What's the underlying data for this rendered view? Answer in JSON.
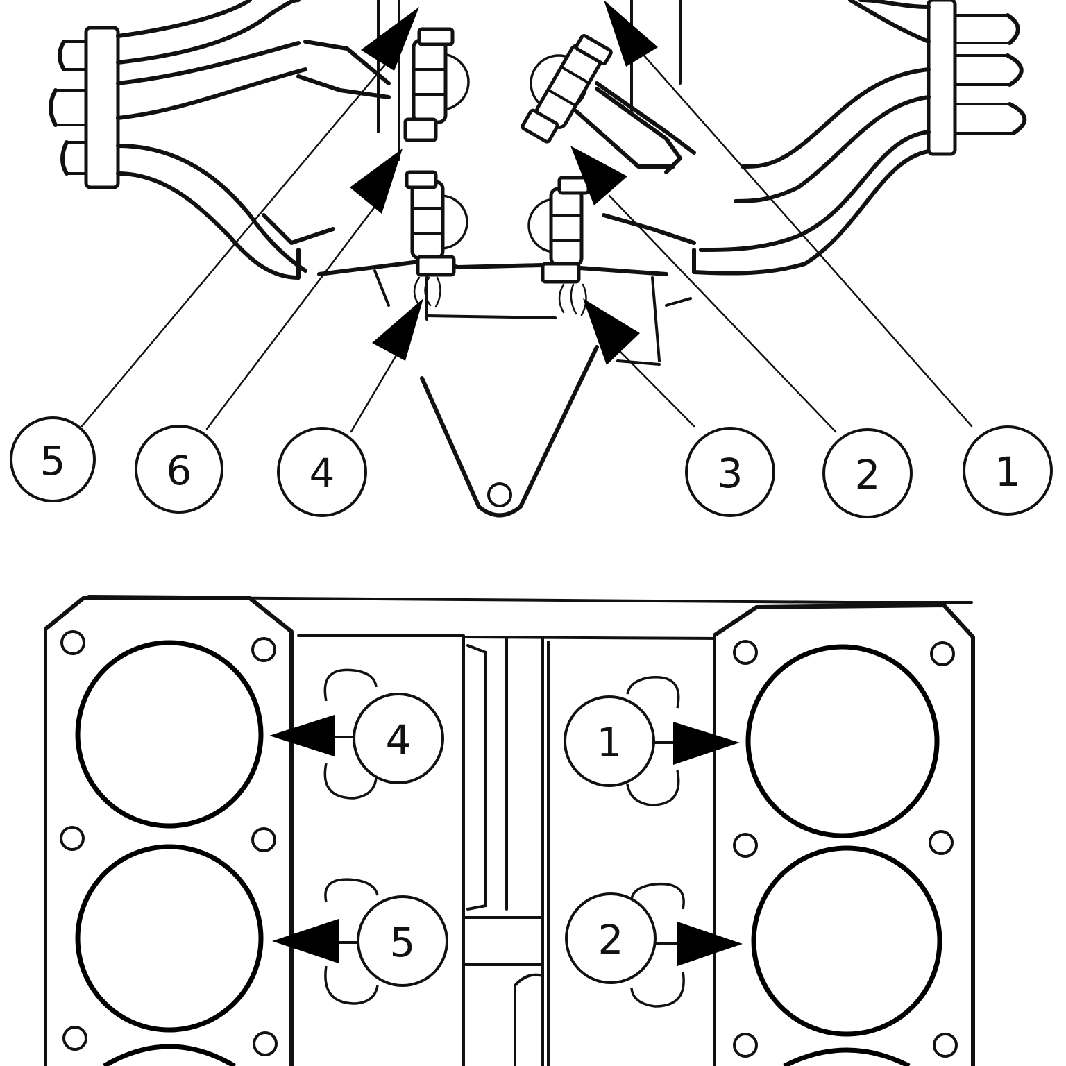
{
  "top_view": {
    "callouts": [
      {
        "label": "5"
      },
      {
        "label": "6"
      },
      {
        "label": "4"
      },
      {
        "label": "3"
      },
      {
        "label": "2"
      },
      {
        "label": "1"
      }
    ]
  },
  "bottom_view": {
    "callouts": [
      {
        "label": "4"
      },
      {
        "label": "5"
      },
      {
        "label": "1"
      },
      {
        "label": "2"
      }
    ]
  }
}
